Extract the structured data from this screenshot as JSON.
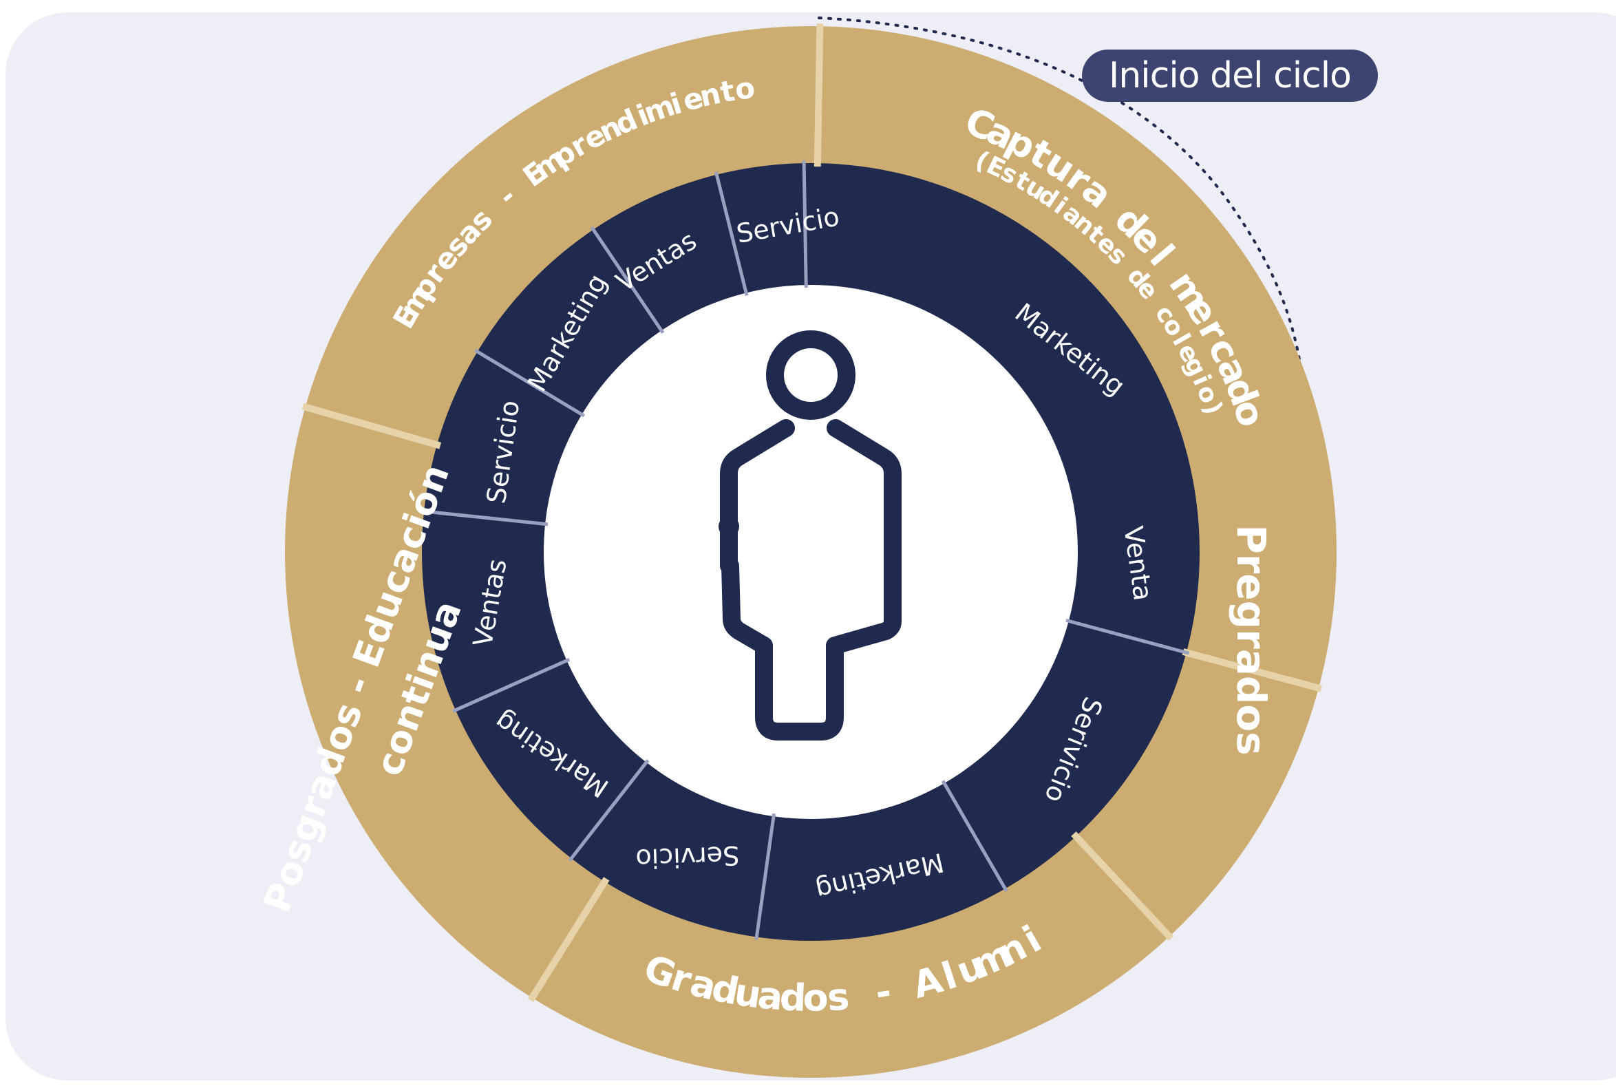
{
  "badge": {
    "label": "Inicio del ciclo"
  },
  "colors": {
    "panel": "#eeeef7",
    "outer_ring": "#ccac70",
    "inner_ring": "#20294e",
    "center": "#ffffff",
    "badge": "#3d4470",
    "icon": "#20294e"
  },
  "icon": "person-icon",
  "outer_segments": [
    {
      "label": "Captura del mercado",
      "sublabel": "(Estudiantes de colegio)"
    },
    {
      "label": "Pregrados",
      "sublabel": ""
    },
    {
      "label": "Graduados - Alumni",
      "sublabel": ""
    },
    {
      "label": "Posgrados - Educación",
      "sublabel": "continua"
    },
    {
      "label": "Empresas - Emprendimiento",
      "sublabel": ""
    }
  ],
  "inner_segments": [
    {
      "label": "Marketing"
    },
    {
      "label": "Venta"
    },
    {
      "label": "Serivicio"
    },
    {
      "label": "Marketing"
    },
    {
      "label": "Servicio"
    },
    {
      "label": "Marketing"
    },
    {
      "label": "Ventas"
    },
    {
      "label": "Servicio"
    },
    {
      "label": "Marketing"
    },
    {
      "label": "Ventas"
    },
    {
      "label": "Servicio"
    }
  ]
}
